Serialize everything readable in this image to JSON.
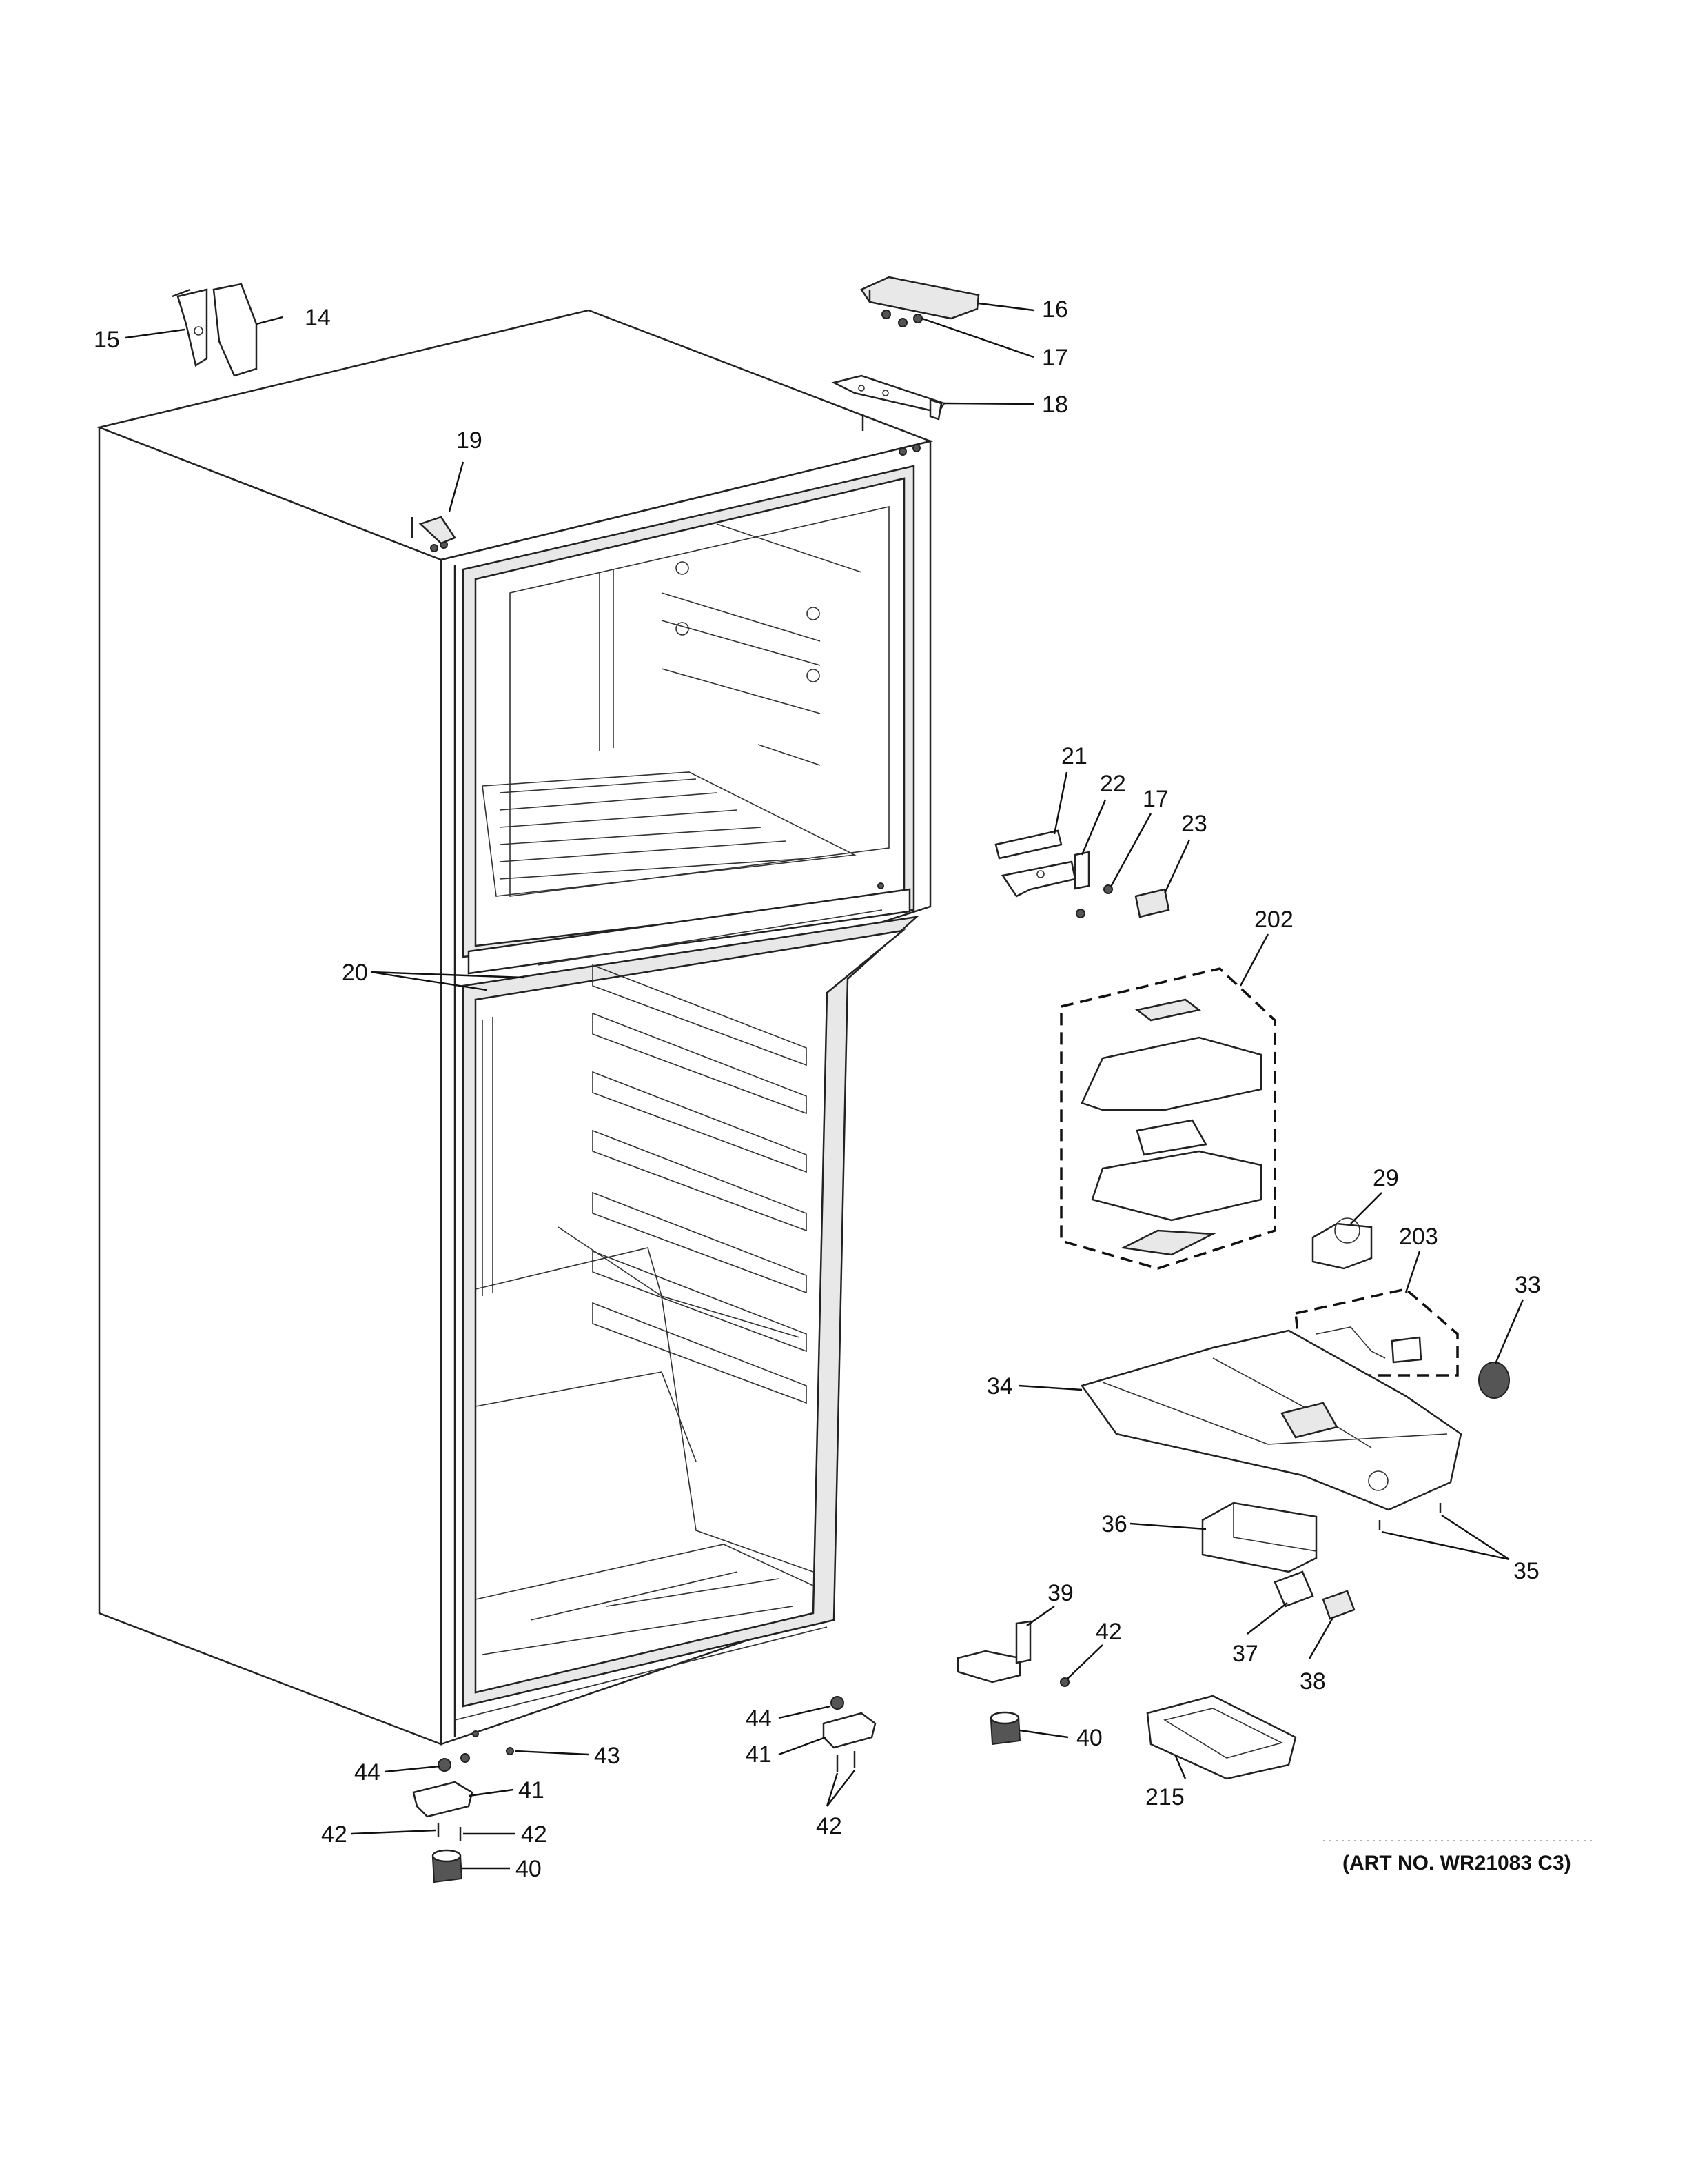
{
  "diagram": {
    "art_number": "(ART NO. WR21083 C3)",
    "callouts": [
      {
        "id": "c14",
        "label": "14"
      },
      {
        "id": "c15",
        "label": "15"
      },
      {
        "id": "c16",
        "label": "16"
      },
      {
        "id": "c17a",
        "label": "17"
      },
      {
        "id": "c18",
        "label": "18"
      },
      {
        "id": "c19",
        "label": "19"
      },
      {
        "id": "c20",
        "label": "20"
      },
      {
        "id": "c21",
        "label": "21"
      },
      {
        "id": "c22",
        "label": "22"
      },
      {
        "id": "c17b",
        "label": "17"
      },
      {
        "id": "c23",
        "label": "23"
      },
      {
        "id": "c202",
        "label": "202"
      },
      {
        "id": "c29",
        "label": "29"
      },
      {
        "id": "c203",
        "label": "203"
      },
      {
        "id": "c33",
        "label": "33"
      },
      {
        "id": "c34",
        "label": "34"
      },
      {
        "id": "c36",
        "label": "36"
      },
      {
        "id": "c35",
        "label": "35"
      },
      {
        "id": "c37",
        "label": "37"
      },
      {
        "id": "c38",
        "label": "38"
      },
      {
        "id": "c39",
        "label": "39"
      },
      {
        "id": "c42a",
        "label": "42"
      },
      {
        "id": "c40a",
        "label": "40"
      },
      {
        "id": "c215",
        "label": "215"
      },
      {
        "id": "c44a",
        "label": "44"
      },
      {
        "id": "c41a",
        "label": "41"
      },
      {
        "id": "c42b",
        "label": "42"
      },
      {
        "id": "c43",
        "label": "43"
      },
      {
        "id": "c44b",
        "label": "44"
      },
      {
        "id": "c41b",
        "label": "41"
      },
      {
        "id": "c42c",
        "label": "42"
      },
      {
        "id": "c42d",
        "label": "42"
      },
      {
        "id": "c40b",
        "label": "40"
      }
    ]
  }
}
